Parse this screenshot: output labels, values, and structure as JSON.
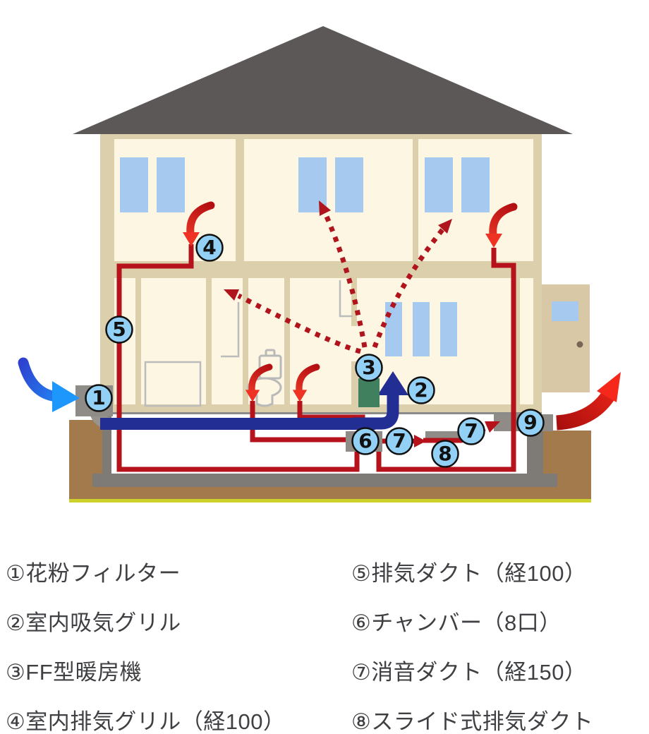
{
  "legend": {
    "items": [
      {
        "label": "①花粉フィルター"
      },
      {
        "label": "②室内吸気グリル"
      },
      {
        "label": "③FF型暖房機"
      },
      {
        "label": "④室内排気グリル（経100）"
      },
      {
        "label": "⑤排気ダクト（経100）"
      },
      {
        "label": "⑥チャンバー（8口）"
      },
      {
        "label": "⑦消音ダクト（経150）"
      },
      {
        "label": "⑧スライド式排気ダクト"
      }
    ]
  },
  "badges": {
    "n1": "1",
    "n2": "2",
    "n3": "3",
    "n4": "4",
    "n5": "5",
    "n6": "6",
    "n7": "7",
    "n8": "8",
    "n9": "9"
  },
  "colors": {
    "roof_gray": "#5d5858",
    "wall_tan": "#dbd0ab",
    "room_cream": "#fdf6e2",
    "window_blue": "#a5c9ef",
    "duct_red": "#b5121b",
    "arrow_red_bright": "#f03a28",
    "supply_navy": "#232e94",
    "intake_blue": "#1e97fd",
    "badge_blue": "#92d1f5",
    "heater_green": "#40805e",
    "ground_brown": "#a27a4b",
    "ground_line_yellow": "#ccd22b",
    "foundation_gray": "#7e7a75",
    "unit_box_gray": "#8f8c87",
    "legend_text": "#3f4043"
  }
}
